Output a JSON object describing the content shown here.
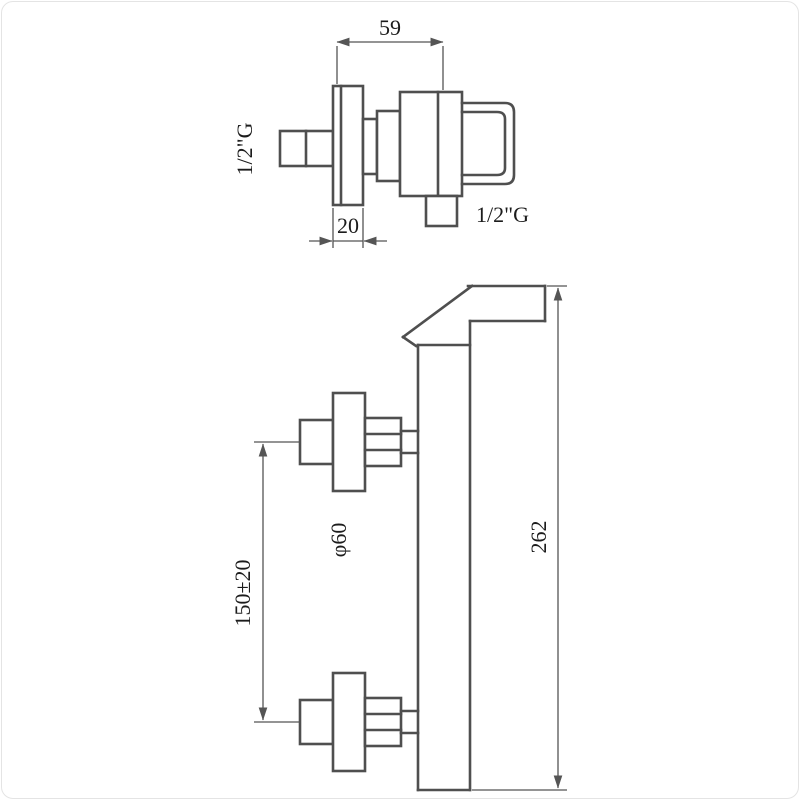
{
  "drawing": {
    "title": "wall-mounted-shower-mixer-technical-drawing",
    "labels": {
      "top_width": "59",
      "flange_depth": "20",
      "inlet_thread": "1/2\"G",
      "outlet_thread": "1/2\"G",
      "body_height": "262",
      "flange_diameter": "φ60",
      "inlet_spacing": "150±20"
    },
    "colors": {
      "object_line": "#4f4f4f",
      "dimension_line": "#555555",
      "text": "#1c1c1c",
      "background": "#ffffff",
      "frame_border": "#e4e4e4"
    }
  }
}
